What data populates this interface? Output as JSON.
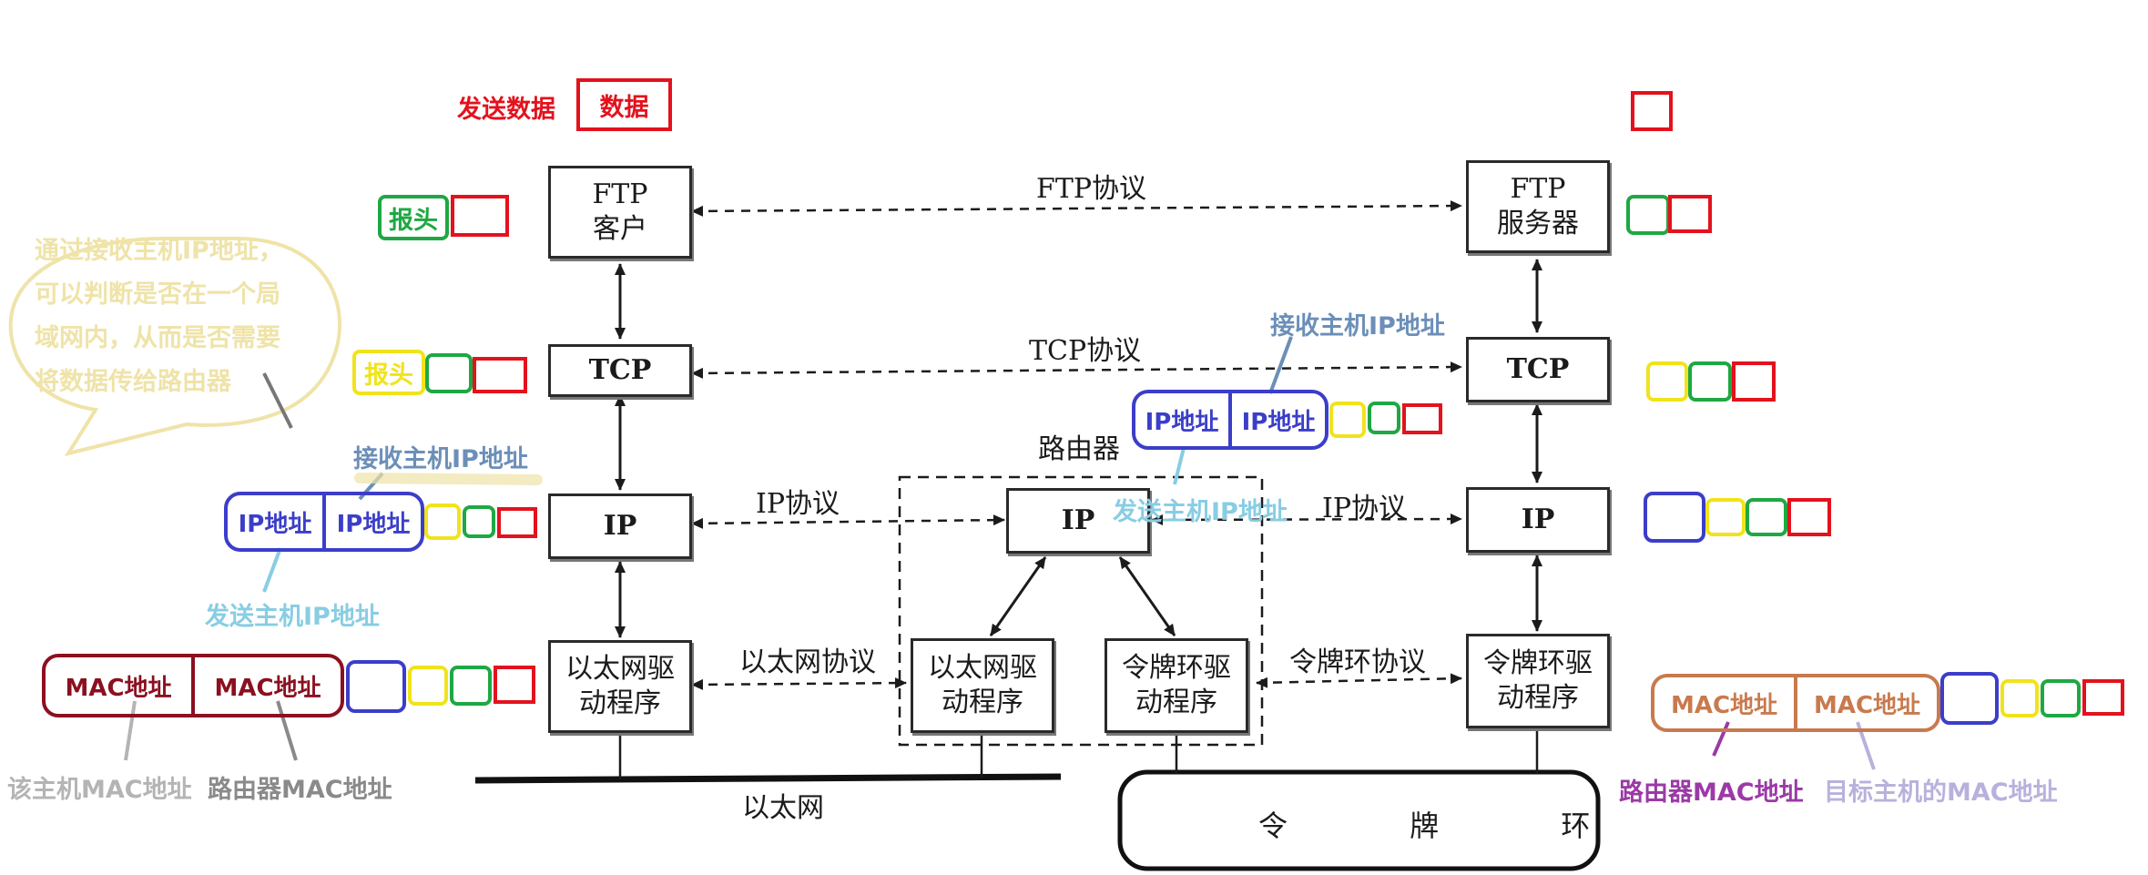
{
  "data_box": {
    "send_label": "发送数据",
    "data_label": "数据"
  },
  "boxes": {
    "ftp_client": [
      "FTP",
      "客户"
    ],
    "ftp_server": [
      "FTP",
      "服务器"
    ],
    "tcp_left": "TCP",
    "tcp_right": "TCP",
    "ip_left": "IP",
    "ip_router": "IP",
    "ip_right": "IP",
    "eth_driver_left": [
      "以太网驱",
      "动程序"
    ],
    "eth_driver_router": [
      "以太网驱",
      "动程序"
    ],
    "token_driver_router": [
      "令牌环驱",
      "动程序"
    ],
    "token_driver_right": [
      "令牌环驱",
      "动程序"
    ]
  },
  "protocols": {
    "ftp": "FTP协议",
    "tcp": "TCP协议",
    "ip_left": "IP协议",
    "ip_right": "IP协议",
    "ethernet": "以太网协议",
    "token_ring": "令牌环协议"
  },
  "router_label": "路由器",
  "networks": {
    "ethernet": "以太网",
    "token_ring": "令 牌 环"
  },
  "headers": {
    "header_green": "报头",
    "header_yellow": "报头"
  },
  "ip_pills": {
    "left": [
      "IP地址",
      "IP地址"
    ],
    "right": [
      "IP地址",
      "IP地址"
    ]
  },
  "mac_pills": {
    "left": [
      "MAC地址",
      "MAC地址"
    ],
    "right": [
      "MAC地址",
      "MAC地址"
    ]
  },
  "annotations": {
    "recv_ip_left": "接收主机IP地址",
    "send_ip_left": "发送主机IP地址",
    "recv_ip_right": "接收主机IP地址",
    "send_ip_right": "发送主机IP地址",
    "this_host_mac": "该主机MAC地址",
    "router_mac_left": "路由器MAC地址",
    "router_mac_right": "路由器MAC地址",
    "target_host_mac": "目标主机的MAC地址"
  },
  "bubble": {
    "lines": [
      "通过接收主机IP地址，",
      "可以判断是否在一个局",
      "域网内，从而是否需要",
      "将数据传给路由器"
    ]
  },
  "colors": {
    "red": "#e3121d",
    "green": "#1ea843",
    "yellow": "#f1e31b",
    "blue": "#3b3ec8",
    "dark_red": "#8b1020",
    "brown": "#c87a4e",
    "steel_blue": "#6b8fb8",
    "light_blue": "#88cde3",
    "gray": "#b4b4b4",
    "purple": "#9b3aa6",
    "lavender": "#b9b1dc"
  }
}
